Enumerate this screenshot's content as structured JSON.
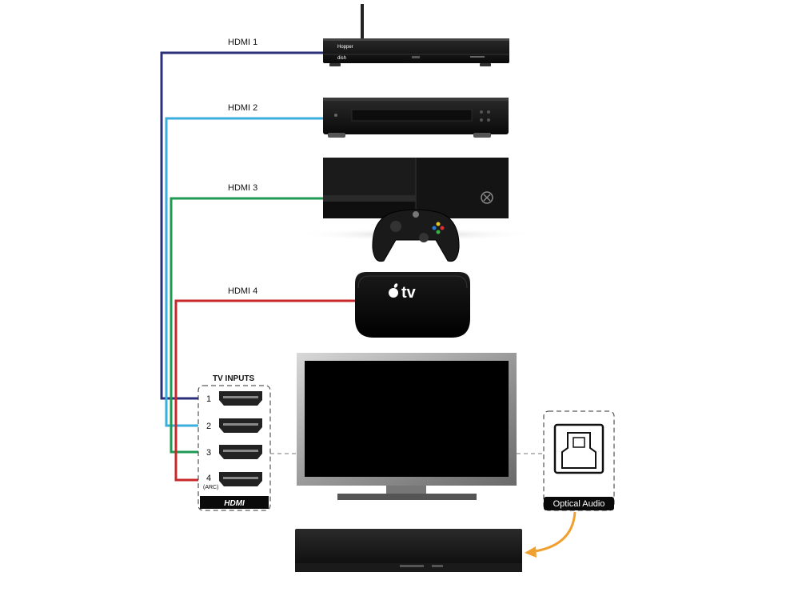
{
  "devices": {
    "satellite_box": {
      "brand": "dish",
      "logo": "Hopper"
    },
    "bluray_player": {},
    "game_console": {},
    "controller": {},
    "apple_tv": {
      "logo_text": "tv"
    },
    "television": {},
    "soundbar": {}
  },
  "cables": [
    {
      "label": "HDMI 1",
      "color": "#2b2f7a"
    },
    {
      "label": "HDMI 2",
      "color": "#3aaede"
    },
    {
      "label": "HDMI 3",
      "color": "#1f9a55"
    },
    {
      "label": "HDMI 4",
      "color": "#c8282a"
    }
  ],
  "tv_inputs": {
    "title": "TV INPUTS",
    "ports": [
      {
        "number": "1",
        "note": ""
      },
      {
        "number": "2",
        "note": ""
      },
      {
        "number": "3",
        "note": ""
      },
      {
        "number": "4",
        "note": "(ARC)"
      }
    ],
    "hdmi_logo": "HDMI"
  },
  "optical": {
    "label": "Optical Audio",
    "cable_color": "#f0a030"
  }
}
